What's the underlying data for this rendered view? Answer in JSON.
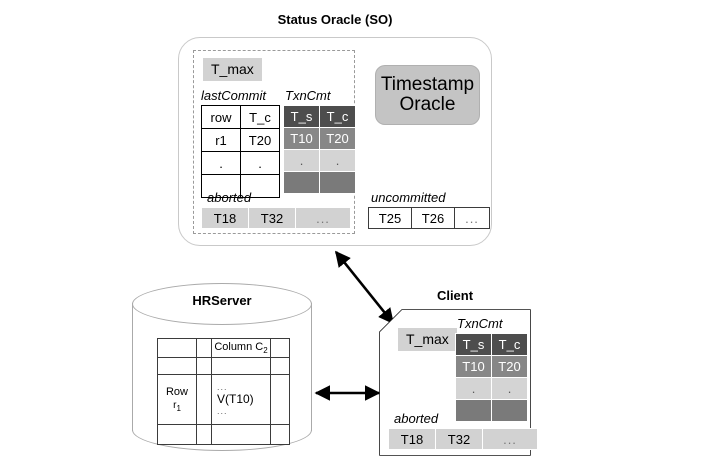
{
  "diagram": {
    "status_oracle": {
      "title": "Status Oracle (SO)",
      "t_max_label": "T_max",
      "last_commit": {
        "caption": "lastCommit",
        "headers": [
          "row",
          "T_c"
        ],
        "rows": [
          [
            "r1",
            "T20"
          ],
          [
            ".",
            "."
          ],
          [
            "",
            ""
          ]
        ]
      },
      "txn_cmt": {
        "caption": "TxnCmt",
        "headers": [
          "T_s",
          "T_c"
        ],
        "rows": [
          [
            "T10",
            "T20"
          ],
          [
            ".",
            "."
          ],
          [
            "",
            ""
          ]
        ]
      },
      "aborted": {
        "caption": "aborted",
        "items": [
          "T18",
          "T32",
          "..."
        ]
      },
      "uncommitted": {
        "caption": "uncommitted",
        "items": [
          "T25",
          "T26",
          "..."
        ]
      }
    },
    "timestamp_oracle": {
      "line1": "Timestamp",
      "line2": "Oracle"
    },
    "hr_server": {
      "title": "HRServer",
      "column_header": "Column C",
      "column_header_sub": "2",
      "row_label_line1": "Row",
      "row_label_sub": "1",
      "cell_dots_top": "...",
      "cell_value": "V(T10)",
      "cell_dots_bottom": "..."
    },
    "client": {
      "title": "Client",
      "t_max_label": "T_max",
      "txn_cmt": {
        "caption": "TxnCmt",
        "headers": [
          "T_s",
          "T_c"
        ],
        "rows": [
          [
            "T10",
            "T20"
          ],
          [
            ".",
            "."
          ],
          [
            "",
            ""
          ]
        ]
      },
      "aborted": {
        "caption": "aborted",
        "items": [
          "T18",
          "T32",
          "..."
        ]
      }
    },
    "colors": {
      "header_dark": "#4d4d4d",
      "row_mid": "#878787",
      "row_light": "#d4d4d4",
      "row_dark": "#7a7a7a",
      "chip_gray": "#d2d2d2",
      "oracle_gray": "#c4c4c4",
      "outline": "#aaaaaa"
    }
  }
}
